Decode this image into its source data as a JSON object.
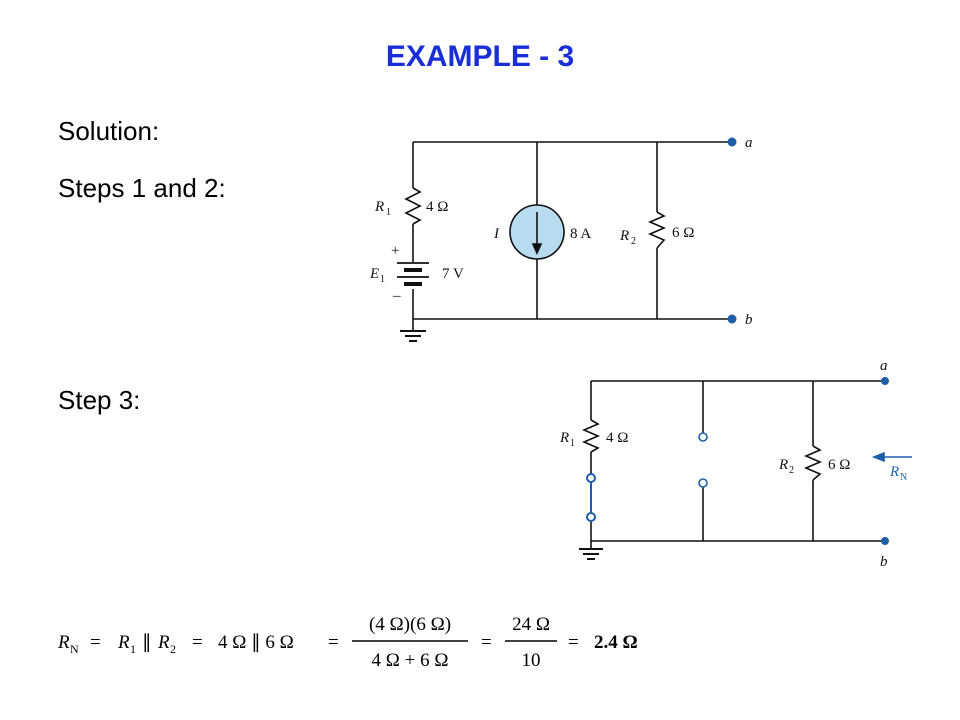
{
  "slide": {
    "title": "EXAMPLE - 3",
    "solution_label": "Solution:",
    "steps12_label": "Steps 1 and 2:",
    "step3_label": "Step 3:",
    "title_color": "#1a2ed8"
  },
  "circuit1": {
    "r1_label": "R",
    "r1_sub": "1",
    "r1_value": "4 Ω",
    "e1_label": "E",
    "e1_sub": "1",
    "e1_value": "7 V",
    "plus": "+",
    "minus": "–",
    "i_label": "I",
    "i_value": "8 A",
    "r2_label": "R",
    "r2_sub": "2",
    "r2_value": "6 Ω",
    "terminal_a": "a",
    "terminal_b": "b",
    "source_fill": "#b7dcef",
    "node_color": "#1f5fa8"
  },
  "circuit2": {
    "r1_label": "R",
    "r1_sub": "1",
    "r1_value": "4 Ω",
    "r2_label": "R",
    "r2_sub": "2",
    "r2_value": "6 Ω",
    "rn_label": "R",
    "rn_sub": "N",
    "terminal_a": "a",
    "terminal_b": "b",
    "short_color": "#1f5fa8"
  },
  "equation": {
    "rn": "R",
    "rn_sub": "N",
    "eq1": "=",
    "r1": "R",
    "r1_sub": "1",
    "par1": "∥",
    "r2": "R",
    "r2_sub": "2",
    "eq2": "=",
    "mid": "4 Ω ∥ 6 Ω",
    "eq3": "=",
    "frac1_num": "(4 Ω)(6 Ω)",
    "frac1_den": "4 Ω + 6 Ω",
    "eq4": "=",
    "frac2_num": "24 Ω",
    "frac2_den": "10",
    "eq5": "=",
    "result": "2.4 Ω"
  }
}
